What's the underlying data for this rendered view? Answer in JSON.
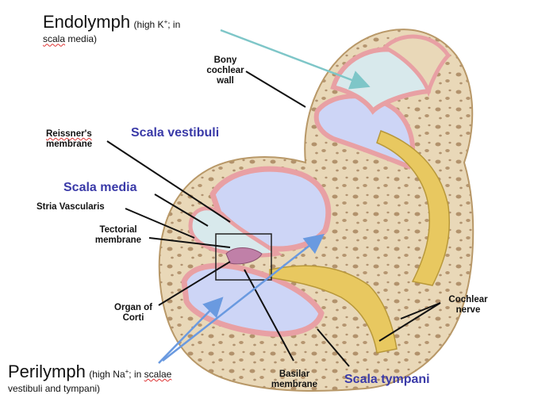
{
  "colors": {
    "bone": "#e9d8b8",
    "bone_pores": "#a07a52",
    "membrane_pink": "#e8a0a4",
    "fluid_blue": "#cdd5f6",
    "nerve_yellow": "#e8c860",
    "label_blue": "#3a3aa8",
    "arrow_teal": "#7ec6c8",
    "arrow_blue": "#6a9ae0"
  },
  "labels": {
    "endolymph_title": "Endolymph",
    "endolymph_note_1": "(high K",
    "endolymph_note_sup": "+",
    "endolymph_note_2": "; in",
    "endolymph_note_3": "scala",
    "endolymph_note_4": " media)",
    "bony_cochlear_wall": "Bony\ncochlear\nwall",
    "reissners_membrane_1": "Reissner's",
    "reissners_membrane_2": "membrane",
    "scala_vestibuli": "Scala vestibuli",
    "scala_media": "Scala media",
    "stria_vascularis": "Stria Vascularis",
    "tectorial_membrane": "Tectorial\nmembrane",
    "organ_of_corti": "Organ of\nCorti",
    "cochlear_nerve": "Cochlear\nnerve",
    "perilymph_title": "Perilymph",
    "perilymph_note_1": "(high Na",
    "perilymph_note_sup": "+",
    "perilymph_note_2": "; in ",
    "perilymph_note_3": "scalae",
    "perilymph_note_4": "vestibuli and tympani)",
    "basilar_membrane": "Basilar\nmembrane",
    "scala_tympani": "Scala tympani"
  }
}
